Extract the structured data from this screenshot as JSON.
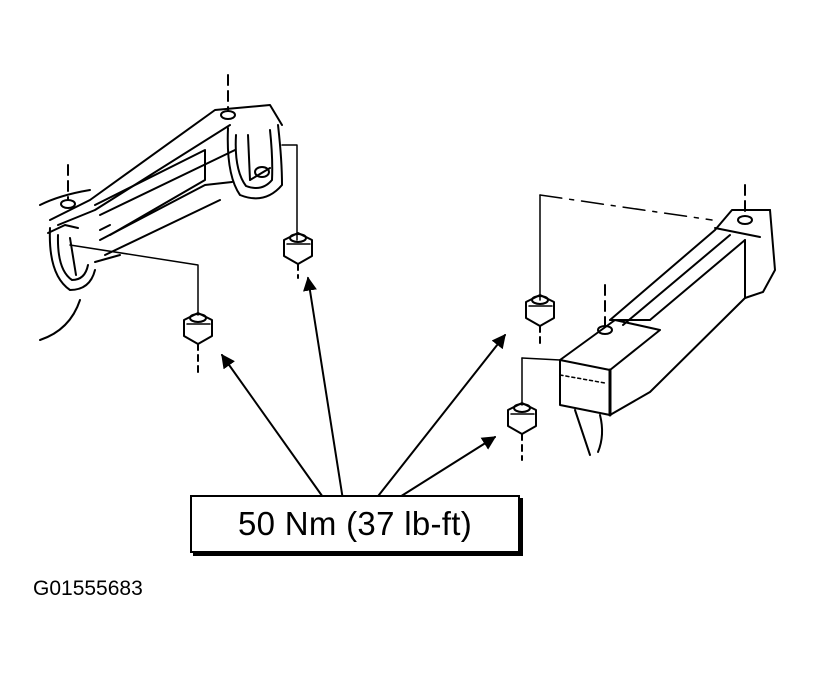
{
  "torque_spec": "50 Nm (37 lb-ft)",
  "figure_id": "G01555683",
  "colors": {
    "ink": "#000000",
    "paper": "#ffffff"
  },
  "parts": [
    "left-mount-bracket",
    "right-mount-bracket",
    "hex-nut",
    "leader-arrow"
  ]
}
